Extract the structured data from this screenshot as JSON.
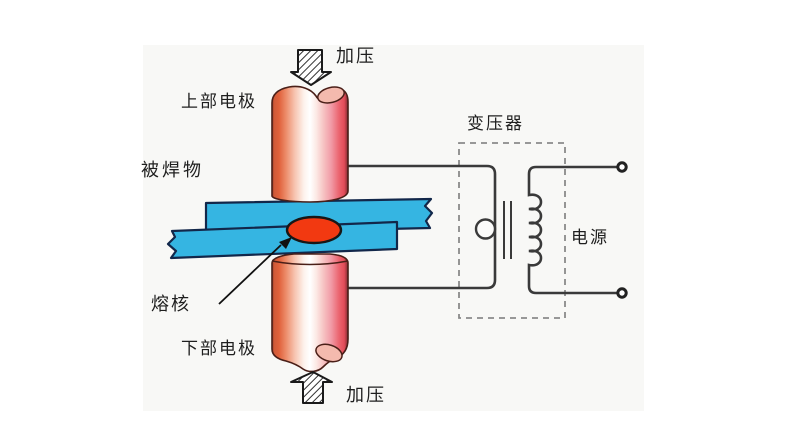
{
  "diagram": {
    "title": "spot-welding-schematic",
    "labels": {
      "pressure_top": "加压",
      "upper_electrode": "上部电极",
      "workpiece": "被焊物",
      "nugget": "熔核",
      "lower_electrode": "下部电极",
      "pressure_bottom": "加压",
      "transformer": "变压器",
      "power_source": "电源"
    },
    "icons": {
      "pressure_down_arrow": "hatched-arrow-down",
      "pressure_up_arrow": "hatched-arrow-up",
      "nugget_pointer": "leader-arrow",
      "terminals": "circle-terminal"
    },
    "colors": {
      "plate": "#35b5e2",
      "plate_outline": "#12274a",
      "nugget": "#f23911",
      "nugget_outline": "#171717",
      "wire": "#3a3a3a",
      "dashed_box": "#8a8a8a",
      "electrode_outline": "#4a1f18",
      "electrode_notch": "#f4baae",
      "panel_background": "#f8f8f6",
      "arrow_outline": "#1a1a1a"
    }
  }
}
